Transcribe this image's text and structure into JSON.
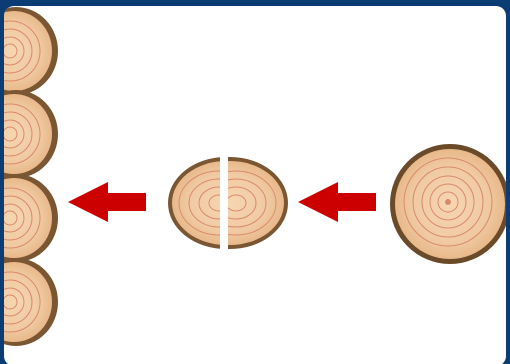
{
  "figure": {
    "frame_color": "#0b3c73",
    "panel_color": "#ffffff",
    "arrow_color": "#cc0000",
    "wood_light": "#f0c9a2",
    "wood_ring": "#d98a6a",
    "bark_color": "#6b4a2a",
    "stages": [
      {
        "name": "whole-log-slice",
        "icon": "log-slice-icon"
      },
      {
        "name": "split-log-slice",
        "icon": "split-log-icon"
      },
      {
        "name": "stacked-log-slices",
        "icon": "stacked-logs-icon"
      }
    ]
  }
}
